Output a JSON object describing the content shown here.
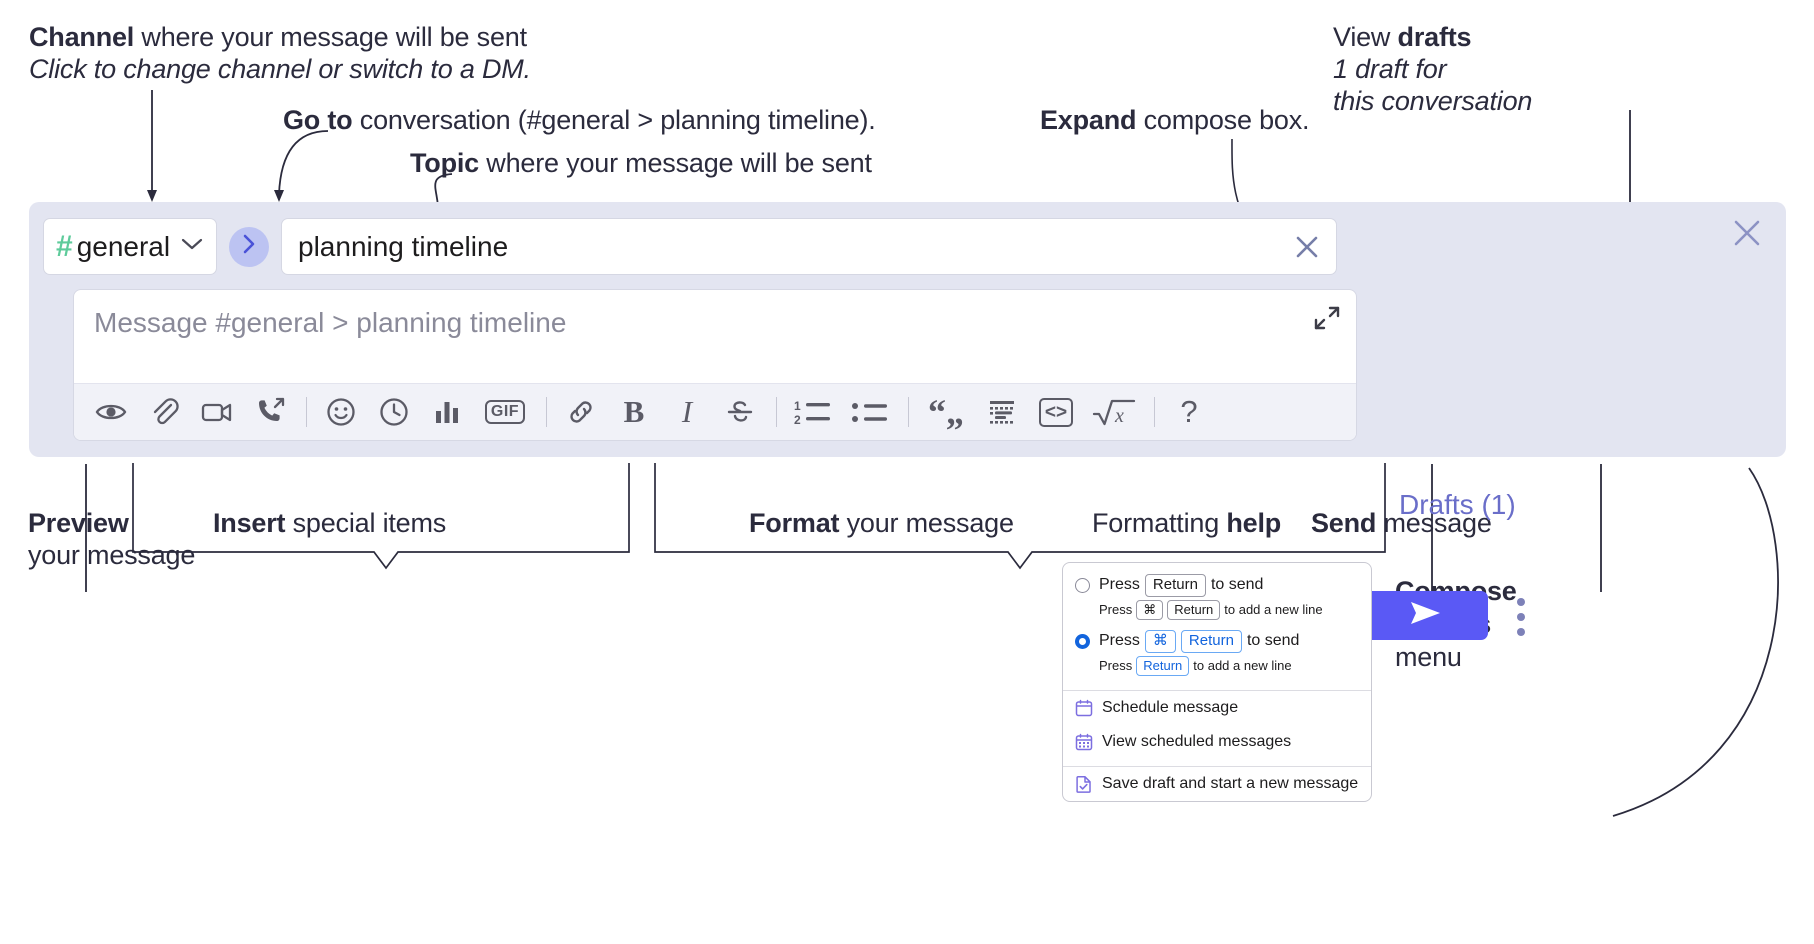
{
  "annotations": {
    "channel": {
      "bold": "Channel",
      "rest": " where your message will be sent",
      "italic": "Click to change channel or switch to a DM."
    },
    "goto": {
      "bold": "Go to",
      "rest": " conversation (#general > planning timeline)."
    },
    "topic": {
      "bold": "Topic",
      "rest": " where your message will be sent"
    },
    "expand": {
      "bold": "Expand",
      "rest": " compose box."
    },
    "drafts": {
      "pre": "View ",
      "bold": "drafts",
      "italic1": "1 draft for",
      "italic2": "this conversation"
    },
    "preview": {
      "bold": "Preview",
      "line2": "your message"
    },
    "insert": {
      "bold": "Insert",
      "rest": " special items"
    },
    "format": {
      "bold": "Format",
      "rest": " your message"
    },
    "formatting_help": {
      "pre": "Formatting ",
      "bold": "help"
    },
    "send": {
      "bold": "Send",
      "rest": " message"
    },
    "compose_options": {
      "bold1": "Compose",
      "bold2": "options",
      "rest": "menu"
    }
  },
  "compose": {
    "channel": {
      "hash": "#",
      "name": "general",
      "icon": "hash-icon",
      "chevron": "chevron-down-icon"
    },
    "goto_button": {
      "icon": "chevron-right-icon"
    },
    "topic": {
      "value": "planning timeline",
      "clear_icon": "close-icon"
    },
    "message": {
      "placeholder": "Message #general > planning timeline",
      "value": ""
    },
    "expand_icon": "expand-diagonal-icon",
    "panel_close_icon": "close-icon",
    "drafts_label": "Drafts (1)",
    "send_icon": "send-paper-plane-icon",
    "kebab_icon": "more-vertical-icon",
    "toolbar": [
      {
        "name": "preview-button",
        "icon": "eye-icon",
        "label": "Preview"
      },
      {
        "name": "attach-button",
        "icon": "paperclip-icon",
        "label": "Attach file"
      },
      {
        "name": "video-button",
        "icon": "video-camera-icon",
        "label": "Record video clip"
      },
      {
        "name": "huddle-button",
        "icon": "phone-forward-icon",
        "label": "Start a call"
      },
      {
        "sep": true
      },
      {
        "name": "emoji-button",
        "icon": "emoji-smiley-icon",
        "label": "Emoji"
      },
      {
        "name": "reminder-button",
        "icon": "clock-icon",
        "label": "Reminder"
      },
      {
        "name": "poll-button",
        "icon": "bar-chart-icon",
        "label": "Poll"
      },
      {
        "name": "gif-button",
        "icon": "gif-icon",
        "label": "GIF"
      },
      {
        "sep": true
      },
      {
        "name": "link-button",
        "icon": "link-icon",
        "label": "Link"
      },
      {
        "name": "bold-button",
        "icon": "bold-icon",
        "label": "B"
      },
      {
        "name": "italic-button",
        "icon": "italic-icon",
        "label": "I"
      },
      {
        "name": "strikethrough-button",
        "icon": "strikethrough-icon",
        "label": "Strikethrough"
      },
      {
        "sep": true
      },
      {
        "name": "ordered-list-button",
        "icon": "ordered-list-icon",
        "label": "Ordered list"
      },
      {
        "name": "bulleted-list-button",
        "icon": "bulleted-list-icon",
        "label": "Bulleted list"
      },
      {
        "sep": true
      },
      {
        "name": "blockquote-button",
        "icon": "blockquote-icon",
        "label": "Blockquote"
      },
      {
        "name": "code-block-button",
        "icon": "code-block-icon",
        "label": "Code block"
      },
      {
        "name": "code-snippet-button",
        "icon": "code-brackets-icon",
        "label": "Code snippet"
      },
      {
        "name": "math-button",
        "icon": "square-root-icon",
        "label": "Math"
      },
      {
        "sep": true
      },
      {
        "name": "formatting-help-button",
        "icon": "question-mark-icon",
        "label": "?"
      }
    ]
  },
  "options_menu": {
    "option_1": {
      "selected": false,
      "main": {
        "pre": "Press",
        "key": "Return",
        "post": "to send"
      },
      "sub": {
        "pre": "Press",
        "key1": "⌘",
        "key2": "Return",
        "post": "to add a new line"
      }
    },
    "option_2": {
      "selected": true,
      "main": {
        "pre": "Press",
        "key1": "⌘",
        "key2": "Return",
        "post": "to send"
      },
      "sub": {
        "pre": "Press",
        "key": "Return",
        "post": "to add a new line"
      }
    },
    "items": [
      {
        "label": "Schedule message",
        "icon": "calendar-schedule-icon"
      },
      {
        "label": "View scheduled messages",
        "icon": "calendar-grid-icon"
      },
      {
        "label": "Save draft and start a new message",
        "icon": "file-check-icon"
      }
    ]
  },
  "colors": {
    "panel_bg": "#e3e5f1",
    "toolbar_bg": "#f1f2f8",
    "send_purple": "#5a59f5",
    "drafts_purple": "#6a6ec9",
    "hash_green": "#5ecb9b",
    "goto_circle": "#bcc3f2",
    "goto_chevron": "#4a52d8",
    "menu_icon_purple": "#7c6ee0",
    "key_blue": "#1264dd",
    "text": "#2b2b3d"
  }
}
